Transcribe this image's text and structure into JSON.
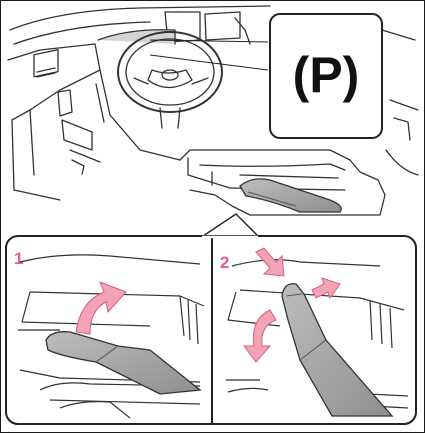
{
  "callout": {
    "parking_brake_symbol": "(P)",
    "icon": "parking-brake-icon"
  },
  "steps": [
    {
      "number": "1",
      "arrows": [
        "curved-up-arrow"
      ]
    },
    {
      "number": "2",
      "arrows": [
        "press-down-arrow",
        "release-right-arrow",
        "curved-down-arrow"
      ]
    }
  ],
  "colors": {
    "arrow": "#f4a3b6",
    "arrow_stroke": "#d6607f",
    "step_number": "#e0608a",
    "lever": "#a9a9a9",
    "line": "#333333"
  }
}
